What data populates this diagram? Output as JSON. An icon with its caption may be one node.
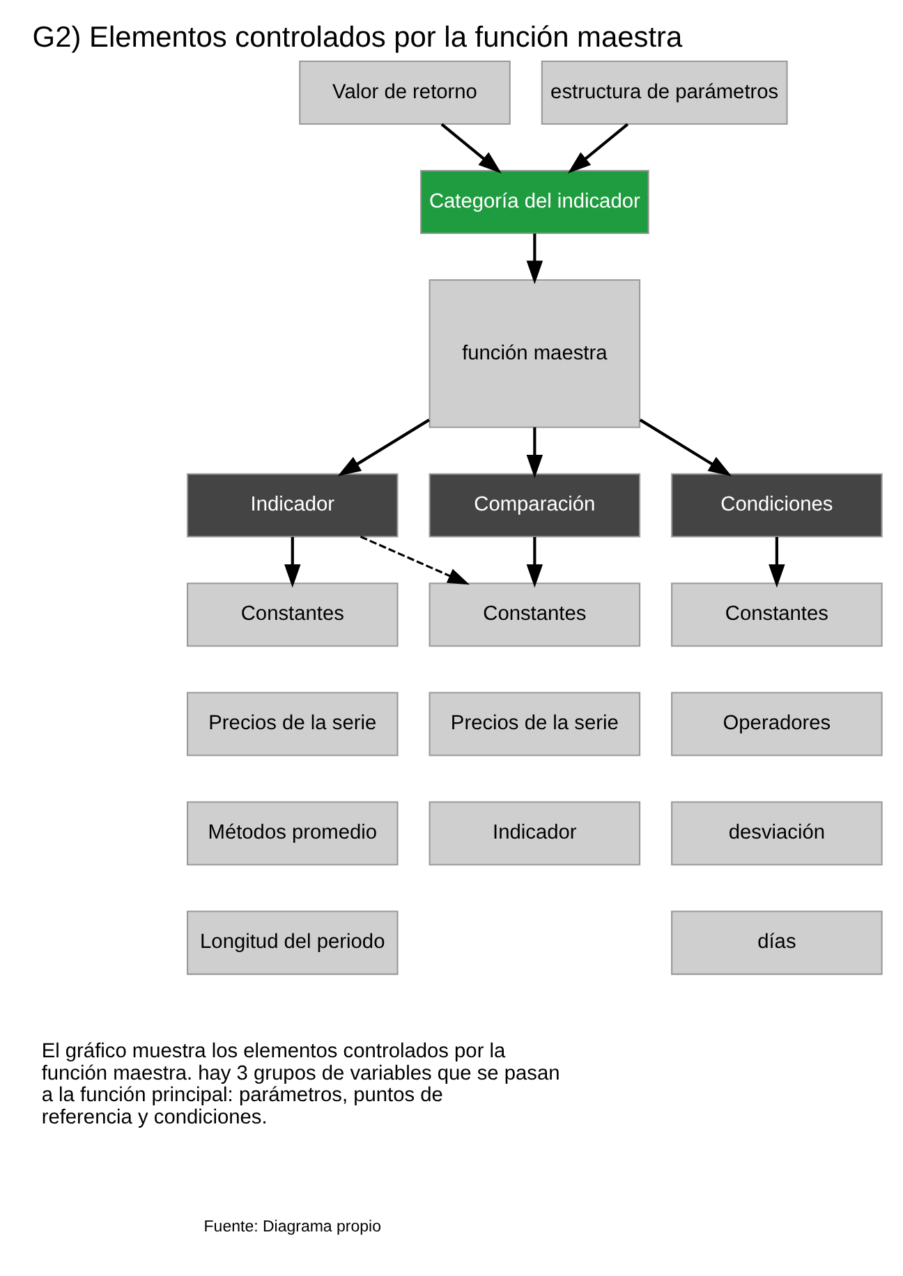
{
  "diagram": {
    "title": "G2) Elementos controlados por la función maestra",
    "caption": "El gráfico muestra los elementos controlados por la función maestra. hay 3 grupos de variables que se pasan a la función principal: parámetros, puntos de referencia y condiciones.",
    "nodes": [
      {
        "text": [
          "Categoría del indicador"
        ]
      },
      {
        "text": [
          "función maestra"
        ]
      },
      {
        "text": [
          "Valor de retorno"
        ]
      },
      {
        "text": [
          "estructura de parámetros"
        ]
      },
      {
        "text": [
          "Indicador"
        ]
      },
      {
        "text": [
          "Comparación"
        ]
      },
      {
        "text": [
          "Condiciones"
        ]
      },
      {
        "text": [
          "Constantes"
        ]
      },
      {
        "text": [
          "Precios de la serie"
        ]
      },
      {
        "text": [
          "Métodos promedio"
        ]
      },
      {
        "text": [
          "Longitud del periodo"
        ]
      },
      {
        "text": [
          "Constantes"
        ]
      },
      {
        "text": [
          "Precios de la serie"
        ]
      },
      {
        "text": [
          "Indicador"
        ]
      },
      {
        "text": [
          "Constantes"
        ]
      },
      {
        "text": [
          "Operadores"
        ]
      },
      {
        "text": [
          "desviación"
        ]
      },
      {
        "text": [
          "días"
        ]
      }
    ],
    "edges": [
      {
        "from": 2,
        "to": 0,
        "arrow": "to"
      },
      {
        "from": 3,
        "to": 0,
        "arrow": "to"
      },
      {
        "from": 0,
        "to": 1,
        "arrow": "to"
      },
      {
        "from": 1,
        "to": 4,
        "arrow": "to"
      },
      {
        "from": 1,
        "to": 5,
        "arrow": "to"
      },
      {
        "from": 1,
        "to": 6,
        "arrow": "to"
      },
      {
        "from": 4,
        "to": 7,
        "arrow": "to"
      },
      {
        "from": 4,
        "to": 11,
        "arrow": "to",
        "style": "dashed"
      },
      {
        "from": 5,
        "to": 11,
        "arrow": "to"
      },
      {
        "from": 6,
        "to": 14,
        "arrow": "to"
      }
    ],
    "labels": [
      "Fuente: Diagrama propio"
    ]
  }
}
